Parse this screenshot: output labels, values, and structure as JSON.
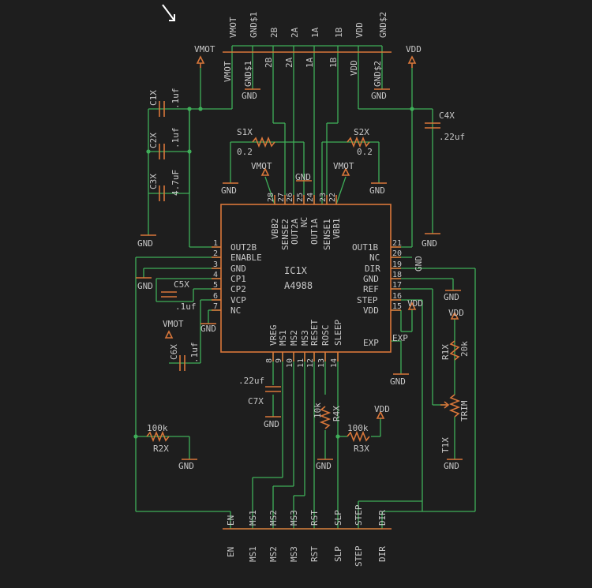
{
  "colors": {
    "background": "#1e1e1e",
    "wire": "#3fae59",
    "symbol": "#d9773a",
    "text": "#c7c7c7"
  },
  "ic": {
    "name": "IC1X",
    "value": "A4988",
    "left_pins": [
      {
        "num": "1",
        "name": "OUT2B"
      },
      {
        "num": "2",
        "name": "ENABLE"
      },
      {
        "num": "3",
        "name": "GND"
      },
      {
        "num": "4",
        "name": "CP1"
      },
      {
        "num": "5",
        "name": "CP2"
      },
      {
        "num": "6",
        "name": "VCP"
      },
      {
        "num": "7",
        "name": "NC"
      }
    ],
    "right_pins": [
      {
        "num": "21",
        "name": "OUT1B"
      },
      {
        "num": "20",
        "name": "NC"
      },
      {
        "num": "19",
        "name": "DIR"
      },
      {
        "num": "18",
        "name": "GND"
      },
      {
        "num": "17",
        "name": "REF"
      },
      {
        "num": "16",
        "name": "STEP"
      },
      {
        "num": "15",
        "name": "VDD"
      }
    ],
    "top_pins": [
      {
        "num": "28",
        "name": "VBB2"
      },
      {
        "num": "27",
        "name": "SENSE2"
      },
      {
        "num": "26",
        "name": "OUT2A"
      },
      {
        "num": "25",
        "name": "NC"
      },
      {
        "num": "24",
        "name": "OUT1A"
      },
      {
        "num": "23",
        "name": "SENSE1"
      },
      {
        "num": "22",
        "name": "VBB1"
      }
    ],
    "bottom_pins": [
      {
        "num": "8",
        "name": "VREG"
      },
      {
        "num": "9",
        "name": "MS1"
      },
      {
        "num": "10",
        "name": "MS2"
      },
      {
        "num": "11",
        "name": "MS3"
      },
      {
        "num": "12",
        "name": "RESET"
      },
      {
        "num": "13",
        "name": "ROSC"
      },
      {
        "num": "14",
        "name": "SLEEP"
      }
    ],
    "exp_label": "EXP"
  },
  "top_header": {
    "outer": [
      "VMOT",
      "GND$1",
      "2B",
      "2A",
      "1A",
      "1B",
      "VDD",
      "GND$2"
    ],
    "inner": [
      "VMOT",
      "GND$1",
      "2B",
      "2A",
      "1A",
      "1B",
      "VDD",
      "GND$2"
    ]
  },
  "bottom_header": {
    "inner": [
      "EN",
      "MS1",
      "MS2",
      "MS3",
      "RST",
      "SLP",
      "STEP",
      "DIR"
    ],
    "outer": [
      "EN",
      "MS1",
      "MS2",
      "MS3",
      "RST",
      "SLP",
      "STEP",
      "DIR"
    ]
  },
  "components": {
    "c1x": {
      "name": "C1X",
      "value": ".1uf"
    },
    "c2x": {
      "name": "C2X",
      "value": ".1uf"
    },
    "c3x": {
      "name": "C3X",
      "value": "4.7uF"
    },
    "c4x": {
      "name": "C4X",
      "value": ".22uf"
    },
    "c5x": {
      "name": "C5X",
      "value": ".1uf"
    },
    "c6x": {
      "name": "C6X",
      "value": ".1uf"
    },
    "c7x": {
      "name": "C7X",
      "value": ".22uf"
    },
    "s1x": {
      "name": "S1X",
      "value": "0.2"
    },
    "s2x": {
      "name": "S2X",
      "value": "0.2"
    },
    "r1x": {
      "name": "R1X",
      "value": "20k"
    },
    "r2x": {
      "name": "R2X",
      "value": "100k"
    },
    "r3x": {
      "name": "R3X",
      "value": "100k"
    },
    "r4x": {
      "name": "R4X",
      "value": "10k"
    },
    "t1x": {
      "name": "T1X",
      "value": "TRIM"
    }
  },
  "power": {
    "vmot": "VMOT",
    "vdd": "VDD",
    "gnd": "GND"
  },
  "icons": [
    "pointer-arrow-icon"
  ]
}
